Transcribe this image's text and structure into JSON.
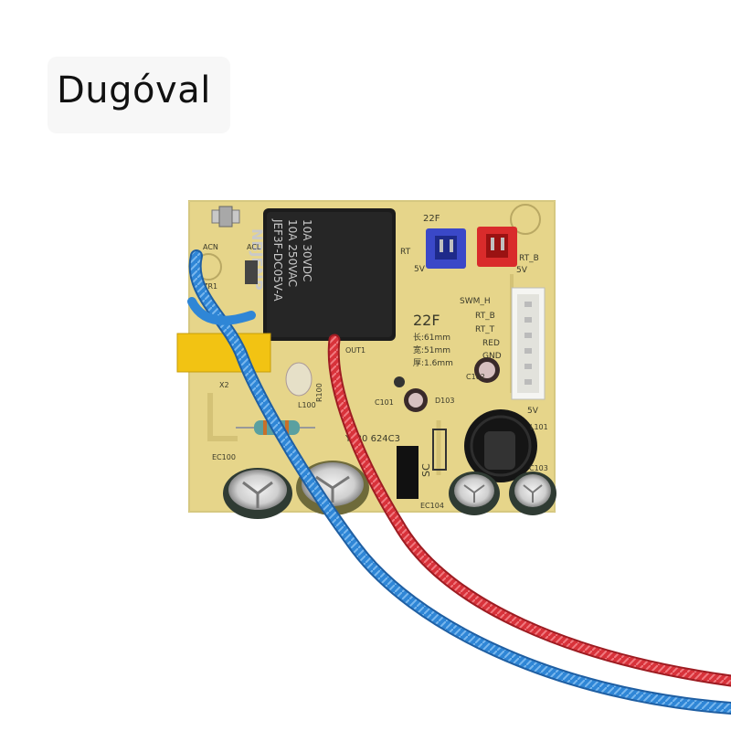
{
  "caption": {
    "text": "Dugóval"
  },
  "board": {
    "relay": {
      "line1": "10A 30VDC",
      "line2": "10A 250VAC",
      "line3": "JEF3F-DC05V-A",
      "brand": "NBJENP"
    },
    "labels": {
      "acn": "ACN",
      "acl": "ACL",
      "zr1": "ZR1",
      "rt": "RT",
      "v5_left": "5V",
      "f22_top": "22F",
      "rt_b_top": "RT_B",
      "v5_right_top": "5V",
      "swm_h": "SWM_H",
      "rt_b": "RT_B",
      "rt_t": "RT_T",
      "red": "RED",
      "gnd": "GND",
      "v5_conn": "5V",
      "out1": "OUT1",
      "r100": "R100",
      "x2": "X2",
      "l100": "L100",
      "ec100": "EC100",
      "c101": "C101",
      "d103": "D103",
      "c102": "C102",
      "l101": "L101",
      "c103": "C103",
      "ec104": "EC104",
      "sc": "SC",
      "board_code": "YL20  624C3",
      "f22_spec": "22F",
      "length": "长:61mm",
      "width": "宽:51mm",
      "thickness": "厚:1.6mm"
    }
  },
  "colors": {
    "pcb": "#e6d58a",
    "relay": "#1c1c1c",
    "wire_blue": "#2f86d6",
    "wire_red": "#d8323a",
    "varistor": "#f2c313",
    "cap_body": "#2f3b33",
    "connector_blue": "#3a48c8",
    "connector_red": "#d92b2b"
  }
}
